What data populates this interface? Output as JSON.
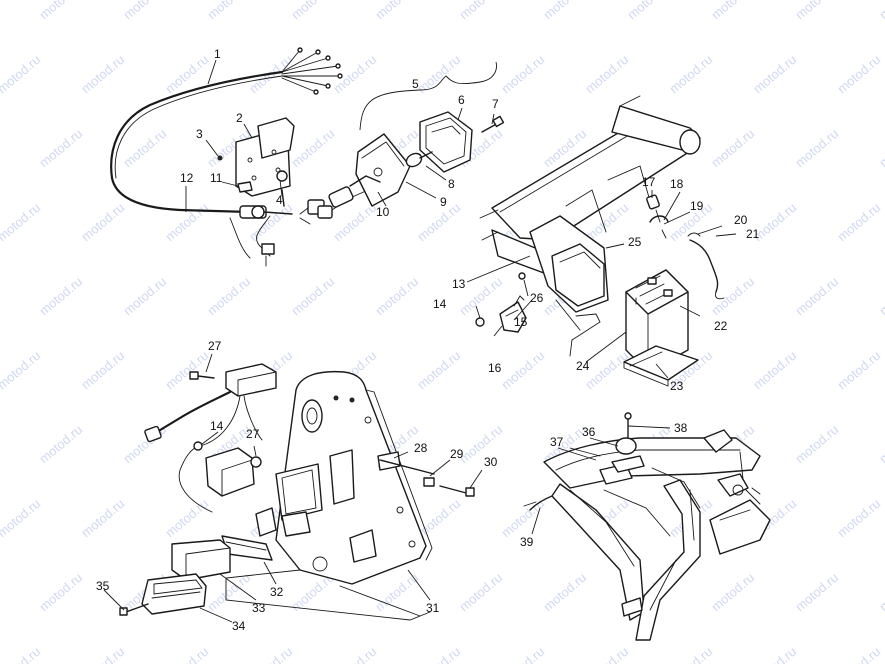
{
  "watermark": "motod.ru",
  "callouts": [
    "1",
    "2",
    "3",
    "4",
    "5",
    "6",
    "7",
    "8",
    "9",
    "10",
    "11",
    "12",
    "13",
    "14",
    "15",
    "16",
    "17",
    "18",
    "19",
    "20",
    "21",
    "22",
    "23",
    "24",
    "25",
    "26",
    "27",
    "14",
    "27",
    "28",
    "29",
    "30",
    "31",
    "32",
    "33",
    "34",
    "35",
    "36",
    "37",
    "38",
    "39"
  ],
  "colors": {
    "line": "#1a1a1a",
    "watermark": "#a9b9e6",
    "background": "#ffffff"
  }
}
